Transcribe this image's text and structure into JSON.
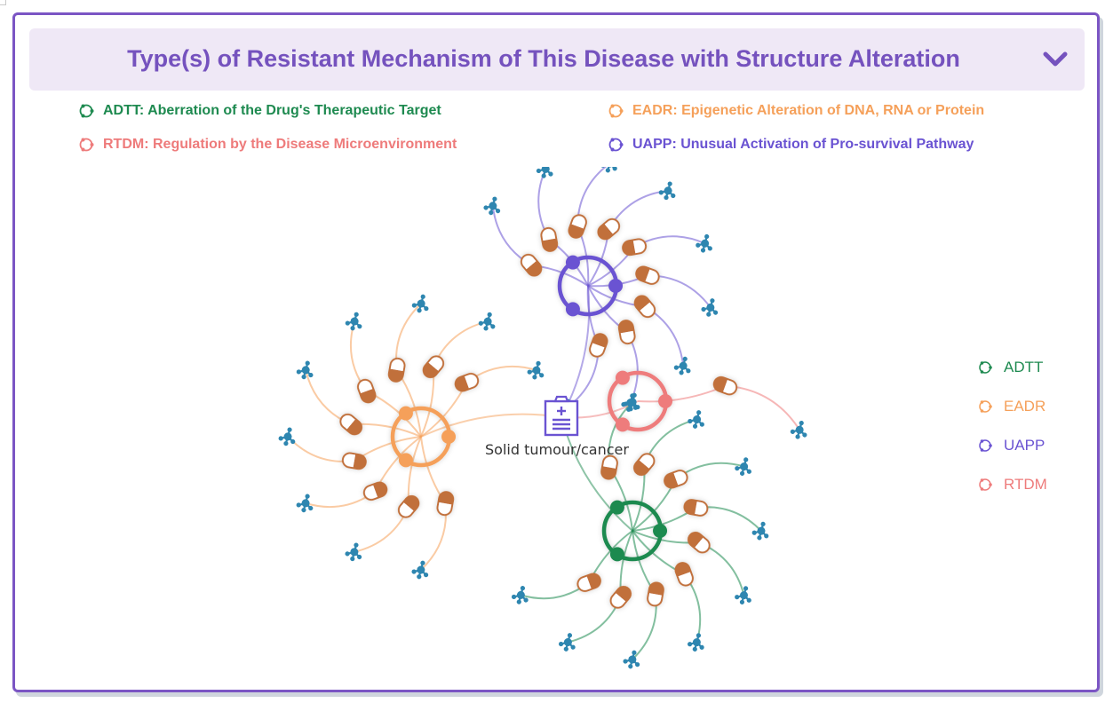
{
  "header": {
    "title": "Type(s) of Resistant Mechanism of This Disease with Structure Alteration",
    "toggle_icon": "chevron-down-icon"
  },
  "legend_top": [
    {
      "code": "ADTT",
      "label": "ADTT: Aberration of the Drug's Therapeutic Target",
      "color": "#1e8a50"
    },
    {
      "code": "EADR",
      "label": "EADR: Epigenetic Alteration of DNA, RNA or Protein",
      "color": "#f5a05a"
    },
    {
      "code": "RTDM",
      "label": "RTDM: Regulation by the Disease Microenvironment",
      "color": "#ee7b7b"
    },
    {
      "code": "UAPP",
      "label": "UAPP: Unusual Activation of Pro-survival Pathway",
      "color": "#6a53d2"
    }
  ],
  "side_legend": [
    {
      "label": "ADTT",
      "color": "#1e8a50"
    },
    {
      "label": "EADR",
      "color": "#f5a05a"
    },
    {
      "label": "UAPP",
      "color": "#6a53d2"
    },
    {
      "label": "RTDM",
      "color": "#ee7b7b"
    }
  ],
  "graph": {
    "center": {
      "label": "Solid tumour/cancer",
      "icon": "clipboard-icon",
      "color": "#6a53d2"
    },
    "drug_color": "#c1703a",
    "target_color": "#2e86b0",
    "mechanisms": [
      {
        "code": "UAPP",
        "color": "#6a53d2",
        "drug_count": 9,
        "target_count": 9
      },
      {
        "code": "EADR",
        "color": "#f5a05a",
        "drug_count": 9,
        "target_count": 9
      },
      {
        "code": "RTDM",
        "color": "#ee7b7b",
        "drug_count": 1,
        "target_count": 1
      },
      {
        "code": "ADTT",
        "color": "#1e8a50",
        "drug_count": 9,
        "target_count": 9
      }
    ]
  }
}
